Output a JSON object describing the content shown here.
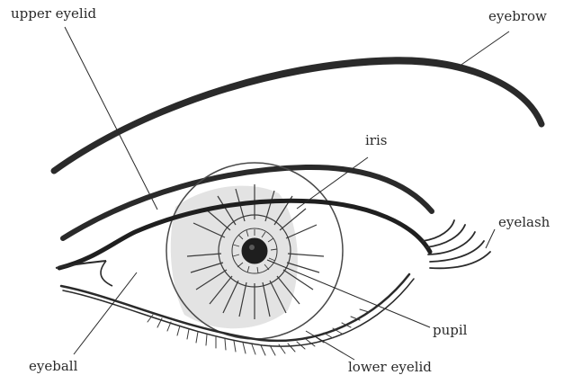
{
  "labels": {
    "upper_eyelid": "upper eyelid",
    "eyebrow": "eyebrow",
    "iris": "iris",
    "eyelash": "eyelash",
    "pupil": "pupil",
    "eyeball": "eyeball",
    "lower_eyelid": "lower eyelid"
  },
  "colors": {
    "ink": "#2a2a2a",
    "iris_shading": "#e3e3e3",
    "background": "#ffffff"
  }
}
